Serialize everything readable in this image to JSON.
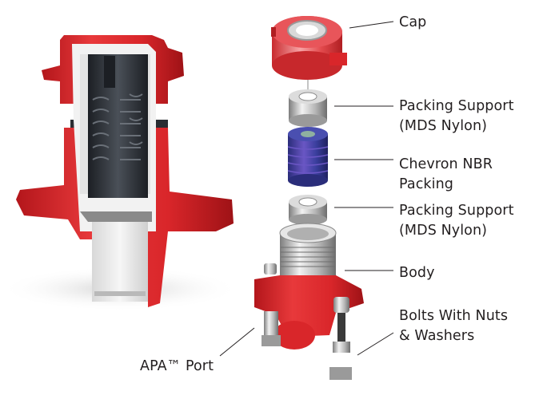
{
  "diagram": {
    "type": "exploded-view",
    "subject": "Red valve assembly with cutaway view and exploded component view",
    "colors": {
      "body_red": "#d9262a",
      "body_red_dark": "#a8151a",
      "packing_blue": "#3b3f9e",
      "steel_gray": "#b8b8b8",
      "dark_internal": "#2c3036",
      "label_text": "#231f20",
      "leader_line": "#231f20"
    },
    "views": [
      {
        "id": "cutaway",
        "description": "Sectioned assembly showing internal chevron packing"
      },
      {
        "id": "exploded",
        "description": "Exploded component stack"
      }
    ],
    "labels": [
      {
        "id": "cap",
        "lines": [
          "Cap"
        ]
      },
      {
        "id": "packing-support-top",
        "lines": [
          "Packing Support",
          "(MDS Nylon)"
        ]
      },
      {
        "id": "chevron-packing",
        "lines": [
          "Chevron NBR",
          "Packing"
        ]
      },
      {
        "id": "packing-support-bottom",
        "lines": [
          "Packing Support",
          "(MDS Nylon)"
        ]
      },
      {
        "id": "body",
        "lines": [
          "Body"
        ]
      },
      {
        "id": "bolts",
        "lines": [
          "Bolts With Nuts",
          "& Washers"
        ]
      },
      {
        "id": "apa-port",
        "lines": [
          "APA™ Port"
        ]
      }
    ]
  }
}
